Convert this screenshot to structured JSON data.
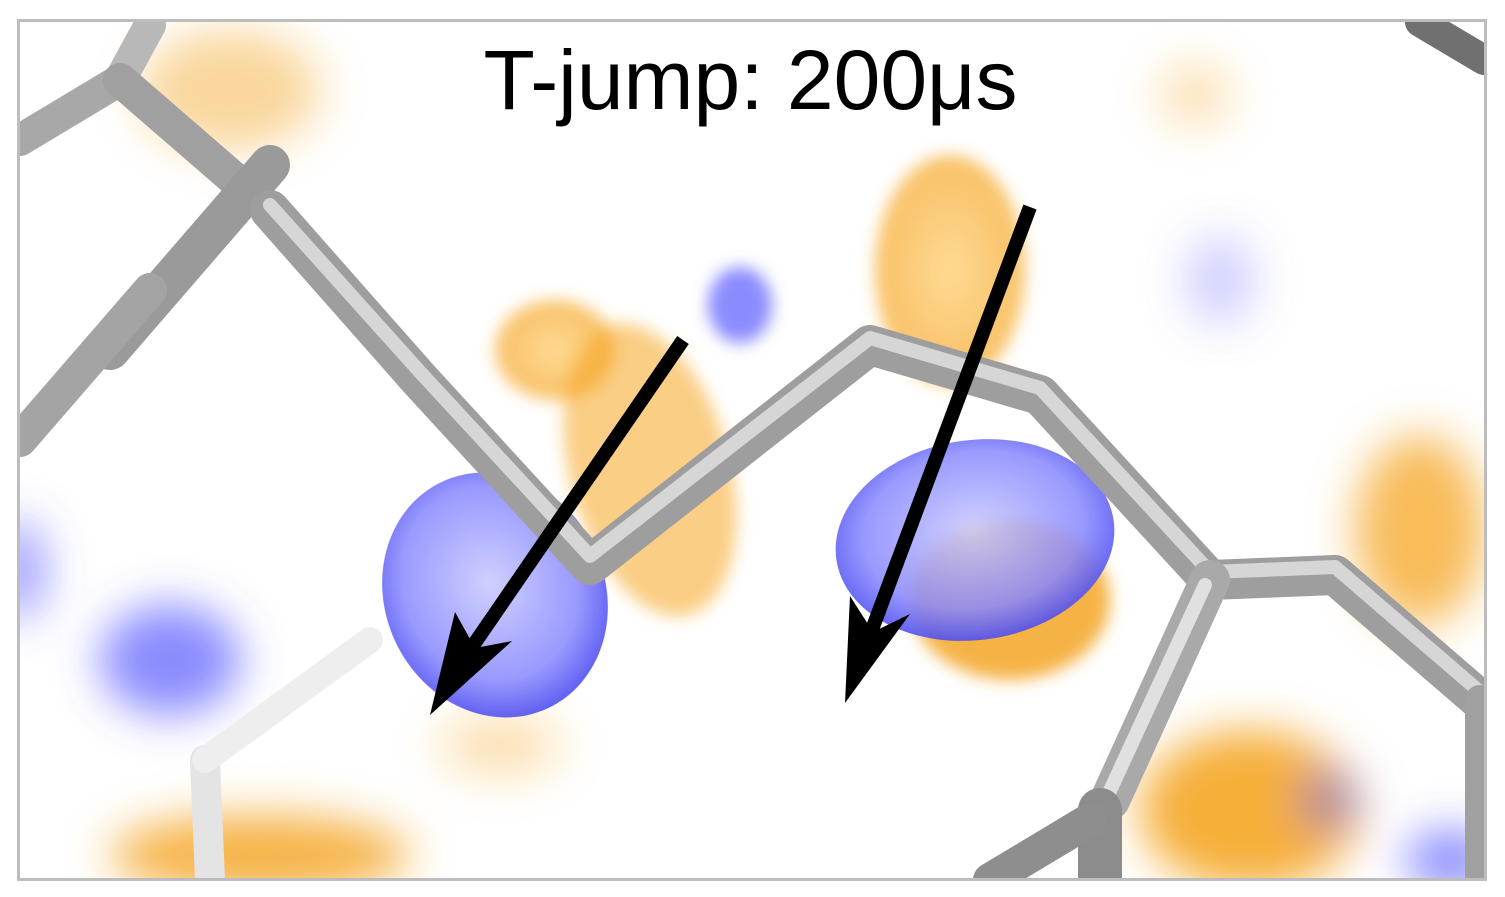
{
  "figure": {
    "title": "T-jump: 200μs"
  },
  "colors": {
    "positive_density": "#f5a623",
    "negative_density": "#4a4aff",
    "bond": "#b0b0b0",
    "arrow": "#000000",
    "border": "#bdbdbd"
  },
  "icons": [
    "arrow-left",
    "arrow-right"
  ]
}
